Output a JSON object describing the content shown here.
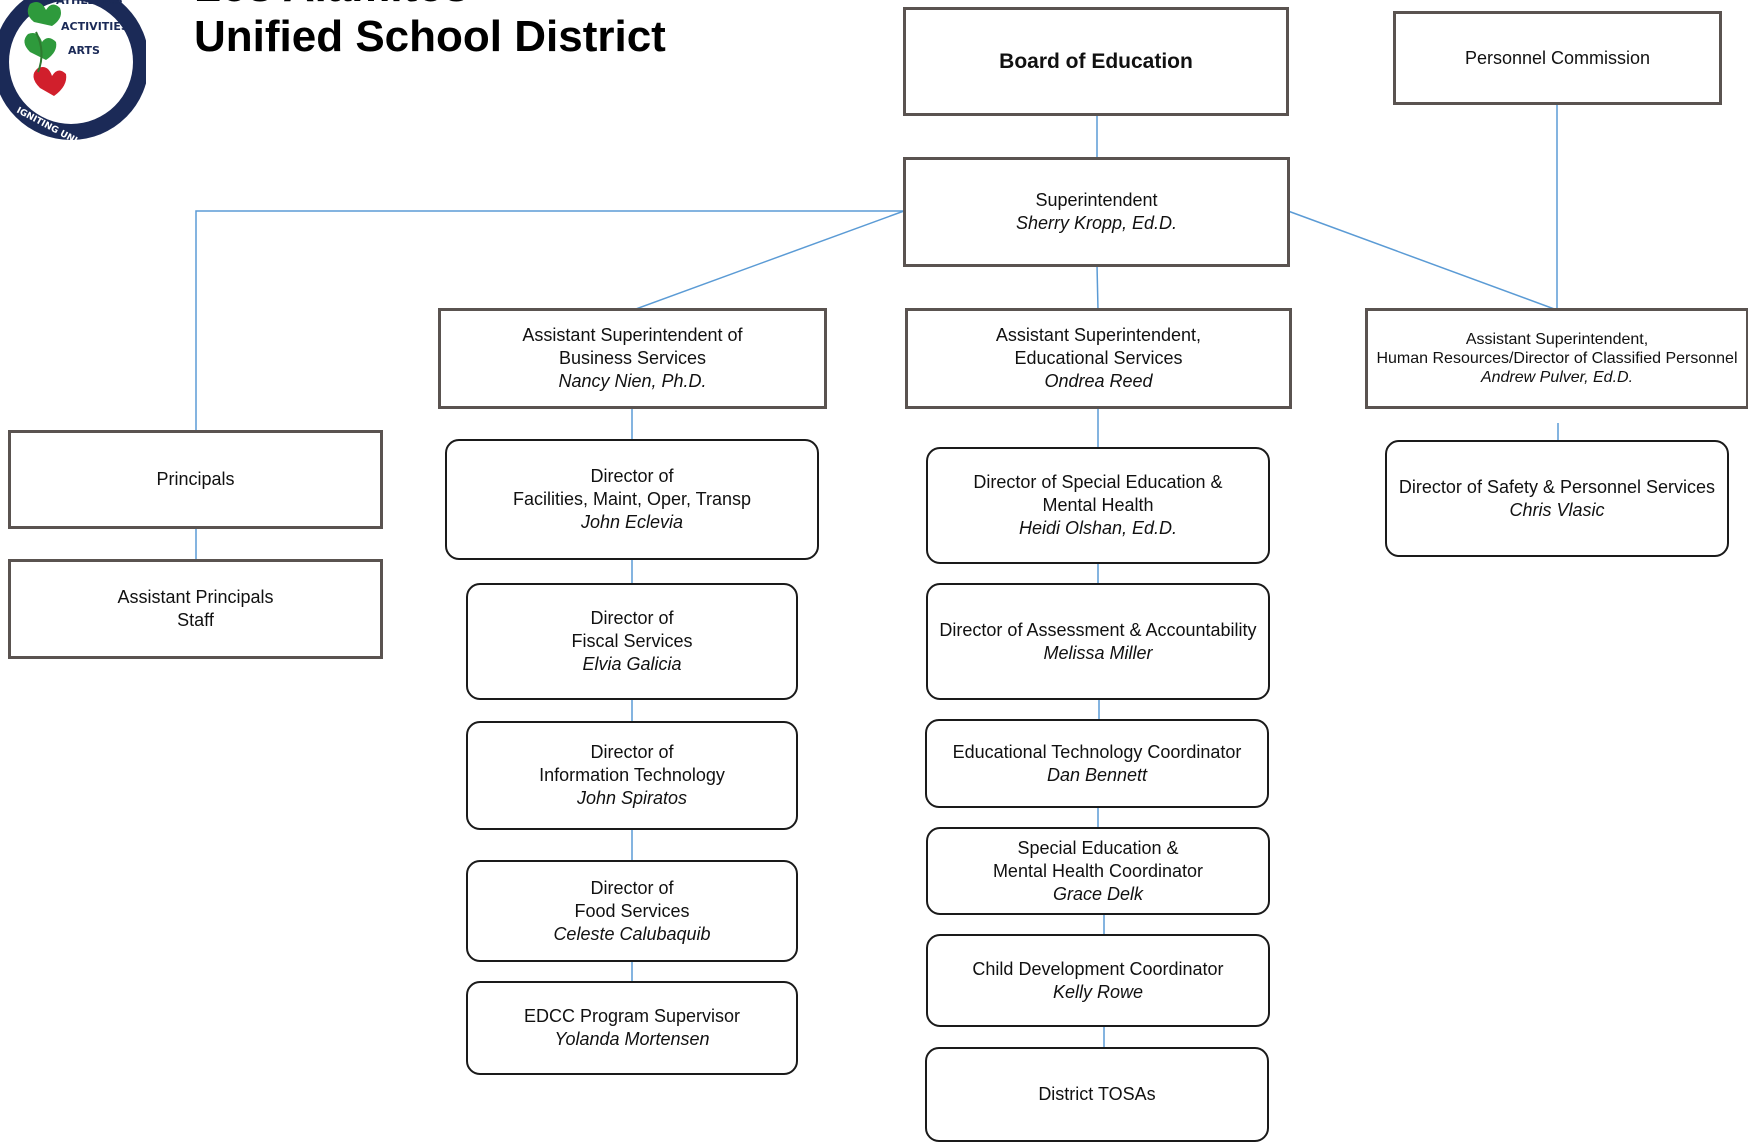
{
  "header": {
    "title_line1": "Los Alamitos",
    "title_line2": "Unified School District",
    "logo_text": [
      "Athletics",
      "Activities",
      "Arts",
      "Igniting Unlimited Possibilities"
    ],
    "logo_icon": "heart-leaf-seal"
  },
  "colors": {
    "connector": "#5b9bd5",
    "box_border": "#5a5350"
  },
  "nodes": {
    "board": {
      "title": "Board of Education"
    },
    "personnel": {
      "title": "Personnel Commission"
    },
    "superintendent": {
      "title": "Superintendent",
      "name": "Sherry Kropp, Ed.D."
    },
    "asst_business": {
      "line1": "Assistant Superintendent of",
      "line2": "Business Services",
      "name": "Nancy Nien, Ph.D."
    },
    "asst_educational": {
      "line1": "Assistant Superintendent,",
      "line2": "Educational Services",
      "name": "Ondrea Reed"
    },
    "asst_hr": {
      "line1": "Assistant Superintendent,",
      "line2": "Human Resources/Director of Classified Personnel",
      "name": "Andrew Pulver, Ed.D."
    },
    "principals": {
      "title": "Principals"
    },
    "asst_principals": {
      "line1": "Assistant Principals",
      "line2": "Staff"
    },
    "dir_facilities": {
      "line1": "Director of",
      "line2": "Facilities, Maint, Oper, Transp",
      "name": "John Eclevia"
    },
    "dir_fiscal": {
      "line1": "Director of",
      "line2": "Fiscal Services",
      "name": "Elvia Galicia"
    },
    "dir_it": {
      "line1": "Director of",
      "line2": "Information Technology",
      "name": "John Spiratos"
    },
    "dir_food": {
      "line1": "Director of",
      "line2": "Food Services",
      "name": "Celeste Calubaquib"
    },
    "edcc": {
      "line1": "EDCC Program Supervisor",
      "name": "Yolanda Mortensen"
    },
    "dir_sped": {
      "line1": "Director of Special Education &",
      "line2": "Mental Health",
      "name": "Heidi Olshan, Ed.D."
    },
    "dir_assessment": {
      "line1": "Director of Assessment & Accountability",
      "name": "Melissa Miller"
    },
    "edtech": {
      "line1": "Educational Technology Coordinator",
      "name": "Dan Bennett"
    },
    "sped_coord": {
      "line1": "Special Education &",
      "line2": "Mental Health Coordinator",
      "name": "Grace Delk"
    },
    "child_dev": {
      "line1": "Child Development Coordinator",
      "name": "Kelly Rowe"
    },
    "tosas": {
      "title": "District TOSAs"
    },
    "dir_safety": {
      "line1": "Director of Safety & Personnel Services",
      "name": "Chris Vlasic"
    }
  }
}
